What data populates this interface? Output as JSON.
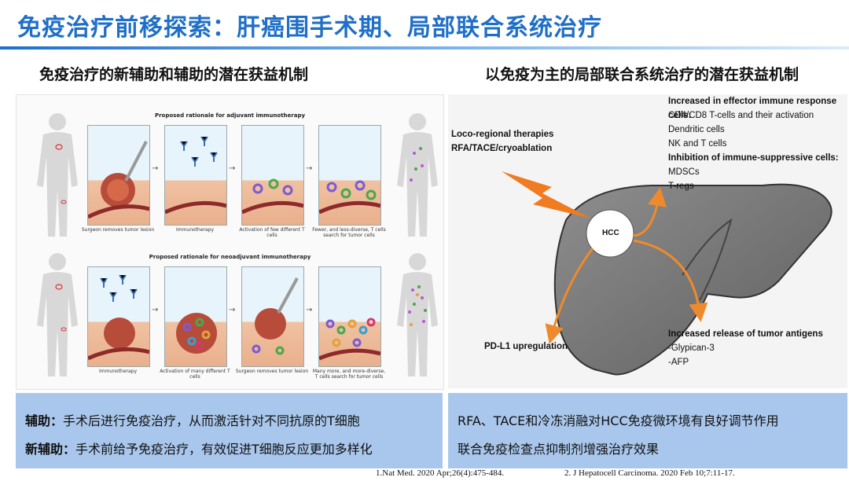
{
  "title": "免疫治疗前移探索：肝癌围手术期、局部联合系统治疗",
  "left": {
    "heading": "免疫治疗的新辅助和辅助的潜在获益机制",
    "adjuvant_title": "Proposed rationale for adjuvant immunotherapy",
    "neoadjuvant_title": "Proposed rationale for neoadjuvant immunotherapy",
    "adjuvant_captions": [
      "Surgeon removes tumor lesion",
      "Immunotherapy",
      "Activation of few different T cells",
      "Fewer, and less-diverse, T cells search for tumor cells"
    ],
    "neoadjuvant_captions": [
      "Immunotherapy",
      "Activation of many different T cells",
      "Surgeon removes tumor lesion",
      "Many more, and more-diverse, T cells search for tumor cells"
    ]
  },
  "right": {
    "heading": "以免疫为主的局部联合系统治疗的潜在获益机制",
    "therapies_title": "Loco-regional therapies",
    "therapies": "RFA/TACE/cryoablation",
    "effector_title": "Increased in effector immune response cells:",
    "effector_items": [
      "CD4/CD8 T-cells and their activation",
      "Dendritic cells",
      "NK and T cells"
    ],
    "suppress_title": "Inhibition of immune-suppressive cells:",
    "suppress_items": [
      "MDSCs",
      "T-regs"
    ],
    "hcc_label": "HCC",
    "pdl1": "PD-L1 upregulation",
    "antigen_title": "Increased release of tumor antigens",
    "antigen_items": [
      "-Glypican-3",
      "-AFP"
    ]
  },
  "notes": {
    "left": [
      {
        "label": "辅助：",
        "text": "手术后进行免疫治疗，从而激活针对不同抗原的T细胞"
      },
      {
        "label": "新辅助：",
        "text": "手术前给予免疫治疗，有效促进T细胞反应更加多样化"
      }
    ],
    "right": [
      "RFA、TACE和冷冻消融对HCC免疫微环境有良好调节作用",
      "联合免疫检查点抑制剂增强治疗效果"
    ]
  },
  "references": [
    "1.Nat Med. 2020 Apr;26(4):475-484.",
    "2. J Hepatocell Carcinoma. 2020 Feb 10;7:11-17."
  ],
  "colors": {
    "title": "#1f6fc8",
    "note_bg": "#a9c7ec",
    "arrow": "#ef8a2c",
    "bolt": "#f07b20"
  }
}
